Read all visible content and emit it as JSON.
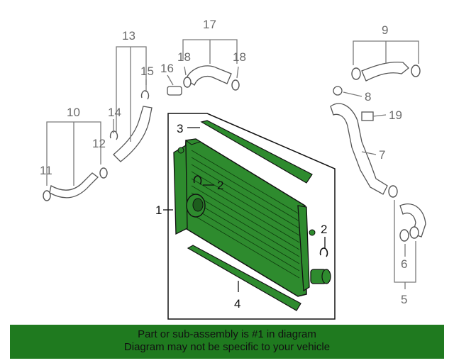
{
  "diagram": {
    "callouts": {
      "c1": "1",
      "c2a": "2",
      "c2b": "2",
      "c3": "3",
      "c4": "4",
      "c5": "5",
      "c6": "6",
      "c7": "7",
      "c8": "8",
      "c9": "9",
      "c10": "10",
      "c11": "11",
      "c12": "12",
      "c13": "13",
      "c14": "14",
      "c15": "15",
      "c16": "16",
      "c17": "17",
      "c18a": "18",
      "c18b": "18",
      "c19": "19"
    },
    "colors": {
      "highlight": "#2e8b2e",
      "banner": "#1f7a1f",
      "line": "#555555"
    }
  },
  "banner": {
    "line1": "Part or sub-assembly is #1 in diagram",
    "line2": "Diagram may not be specific to your vehicle"
  }
}
